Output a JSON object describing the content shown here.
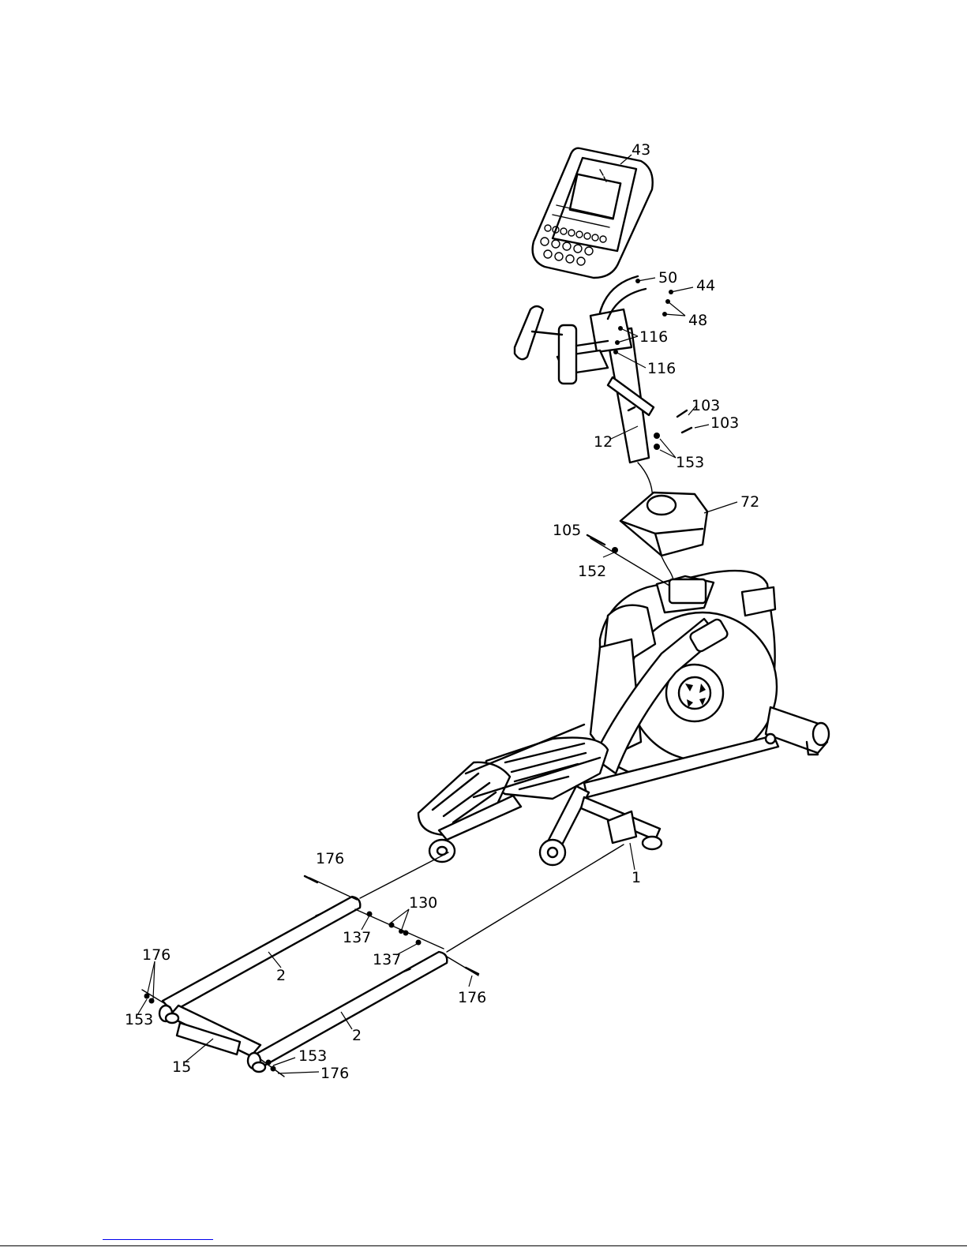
{
  "labels": {
    "l43": "43",
    "l50": "50",
    "l44": "44",
    "l48": "48",
    "l116a": "116",
    "l116b": "116",
    "l103a": "103",
    "l103b": "103",
    "l12": "12",
    "l153a": "153",
    "l72": "72",
    "l105": "105",
    "l152": "152",
    "l1": "1",
    "l176a": "176",
    "l130": "130",
    "l137a": "137",
    "l137b": "137",
    "l176b": "176",
    "l2a": "2",
    "l176c": "176",
    "l153b": "153",
    "l2b": "2",
    "l15": "15",
    "l153c": "153",
    "l176d": "176"
  }
}
